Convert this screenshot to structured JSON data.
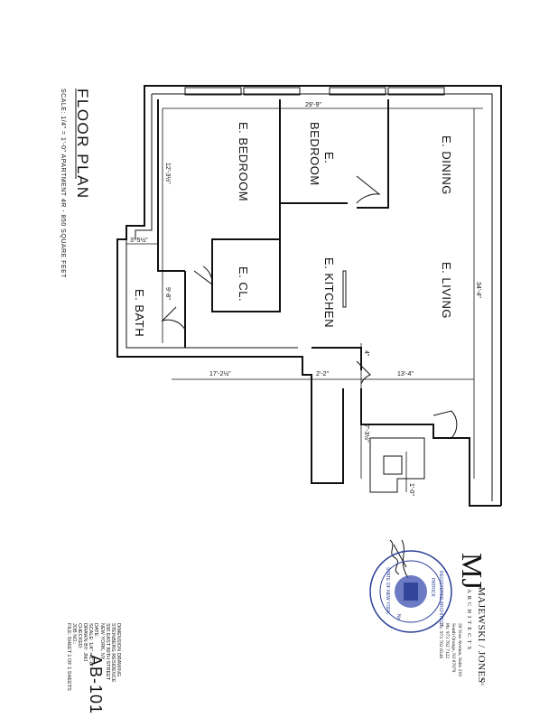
{
  "title_block": {
    "title": "FLOOR PLAN",
    "scale_line": "SCALE: 1/4\" = 1'-0\"   APARTMENT 4R - 850 SQUARE FEET"
  },
  "rooms": {
    "dining": "E. DINING",
    "living": "E. LIVING",
    "bedroom_small_1": "E.",
    "bedroom_small_2": "BEDROOM",
    "bedroom_large": "E. BEDROOM",
    "kitchen": "E. KITCHEN",
    "closet": "E. CL.",
    "bath": "E. BATH"
  },
  "dimensions": {
    "top_width": "29'-9\"",
    "right_length": "34'-4\"",
    "bedroom_depth": "12'-3½\"",
    "bath_width": "3'-5½\"",
    "bath_depth": "9'-8\"",
    "left_run": "17'-2½\"",
    "mid_run": "2'-2\"",
    "right_run": "13'-4\"",
    "short_4": "4\"",
    "stair_depth": "7'-3½\"",
    "small_offset": "1'-0\""
  },
  "project_info": {
    "line1": "DIMENSION DRAWING",
    "line2": "STEINBERG RESIDENCE",
    "line3": "330 EAST 80TH STREET",
    "line4": "NEW YORK, NY",
    "line5": "DATE:",
    "line6": "SCALE:  1/4\" = 1'-0\"",
    "line7": "DRAWN BY:  JMJ",
    "line8": "CHECKED:",
    "line9": "JOB NO.:",
    "line10": "FILE:          SHEET 1 OF 1 SHEETS",
    "sheet_number": "AB-101"
  },
  "firm": {
    "logo": "MJ",
    "name": "MAJEWSKI / JONES",
    "suffix": "LLC",
    "tagline": "ARCHITECTS",
    "address1": "20 Vose Avenue, Suite 210",
    "address2": "South Orange, NJ 07079",
    "phone": "Ph: 973 762 7122",
    "fax": "Fx: 973 762 8548"
  },
  "seal": {
    "text_outer": "REGISTERED ARCHITECT",
    "text_name": "PATRICK",
    "text_state": "STATE OF NEW YORK",
    "text_no": "No."
  },
  "signature": "P. Jones"
}
